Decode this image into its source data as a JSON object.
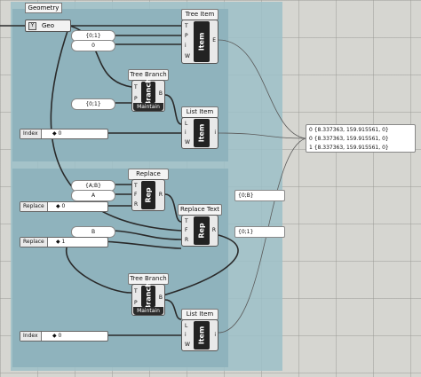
{
  "geometry": {
    "title": "Geometry",
    "label": "Geo",
    "icon": "geometry-param-icon"
  },
  "tree_item_top": {
    "title": "Tree Item",
    "core": "Item",
    "inputs": [
      "T",
      "P",
      "i",
      "W"
    ],
    "output": "E"
  },
  "tree_branch_top": {
    "title": "Tree Branch",
    "core": "Branch",
    "inputs": [
      "T",
      "P"
    ],
    "output": "B",
    "footer": "Maintain"
  },
  "list_item_top": {
    "title": "List Item",
    "core": "Item",
    "inputs": [
      "L",
      "i",
      "W"
    ],
    "output": "i"
  },
  "replace_text_1": {
    "title": "Replace Text",
    "core": "Rep",
    "inputs": [
      "T",
      "F",
      "R"
    ],
    "output": "R"
  },
  "replace_text_2": {
    "title": "Replace Text",
    "core": "Rep",
    "inputs": [
      "T",
      "F",
      "R"
    ],
    "output": "R"
  },
  "tree_branch_bottom": {
    "title": "Tree Branch",
    "core": "Branch",
    "inputs": [
      "T",
      "P"
    ],
    "output": "B",
    "footer": "Maintain"
  },
  "list_item_bottom": {
    "title": "List Item",
    "core": "Item",
    "inputs": [
      "L",
      "i",
      "W"
    ],
    "output": "i"
  },
  "panels": {
    "path_01": "{0;1}",
    "zero": "0",
    "path_01_b": "{0;1}",
    "azb": "{A;B}",
    "a": "A",
    "b": "B",
    "out_0b": "{0;B}",
    "out_01": "{0;1}"
  },
  "sliders": {
    "index_top": {
      "label": "Index",
      "value": "◆ 0"
    },
    "replace_1": {
      "label": "Replace",
      "value": "◆ 0"
    },
    "replace_2": {
      "label": "Replace",
      "value": "◆ 1"
    },
    "index_bottom": {
      "label": "Index",
      "value": "◆ 0"
    }
  },
  "output_panel": {
    "lines": [
      "0 {8.337363, 159.915561, 0}",
      "0 {8.337363, 159.915561, 0}",
      "1 {8.337363, 159.915561, 0}"
    ]
  },
  "colors": {
    "wire": "#2a2a2a",
    "group": "#8fb3bd",
    "canvas": "#d6d6d1"
  }
}
